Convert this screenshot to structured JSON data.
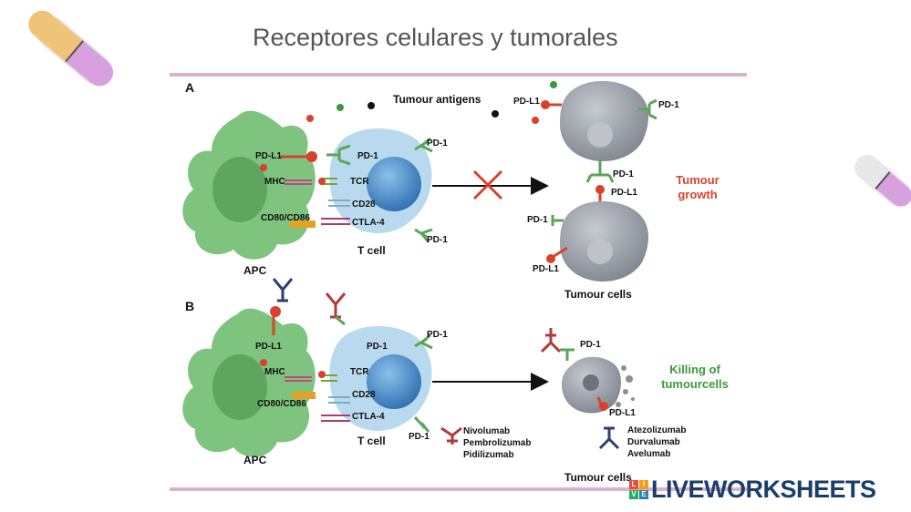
{
  "page_title": "Receptores celulares y tumorales",
  "panel_a": {
    "letter": "A",
    "tumour_antigens": "Tumour antigens",
    "apc_label": "APC",
    "tcell_label": "T cell",
    "pdl1": "PD-L1",
    "mhc": "MHC",
    "cd80": "CD80/CD86",
    "pd1": "PD-1",
    "tcr": "TCR",
    "cd28": "CD28",
    "ctla4": "CTLA-4",
    "tumour_cells": "Tumour cells",
    "outcome_line1": "Tumour",
    "outcome_line2": "growth"
  },
  "panel_b": {
    "letter": "B",
    "apc_label": "APC",
    "tcell_label": "T cell",
    "pdl1": "PD-L1",
    "mhc": "MHC",
    "cd80": "CD80/CD86",
    "pd1": "PD-1",
    "tcr": "TCR",
    "cd28": "CD28",
    "ctla4": "CTLA-4",
    "anti_pd1_drugs": [
      "Nivolumab",
      "Pembrolizumab",
      "Pidilizumab"
    ],
    "anti_pdl1_drugs": [
      "Atezolizumab",
      "Durvalumab",
      "Avelumab"
    ],
    "tumour_cells": "Tumour cells",
    "outcome_line1": "Killing  of",
    "outcome_line2": "tumourcells"
  },
  "brand": {
    "text": "LIVEWORKSHEETS",
    "logo_letters": [
      "L",
      "I",
      "V",
      "E"
    ]
  },
  "colors": {
    "apc_green": "#7ec47e",
    "tcell_blue": "#b9d9ee",
    "nucleus_blue": "#3a7fc0",
    "pdl1_red": "#d9412b",
    "pd1_green": "#5aa55a",
    "tumour_grey": "#9aa0a8",
    "accent_rule": "#d9b3c8",
    "brand_navy": "#1a3d6d"
  }
}
